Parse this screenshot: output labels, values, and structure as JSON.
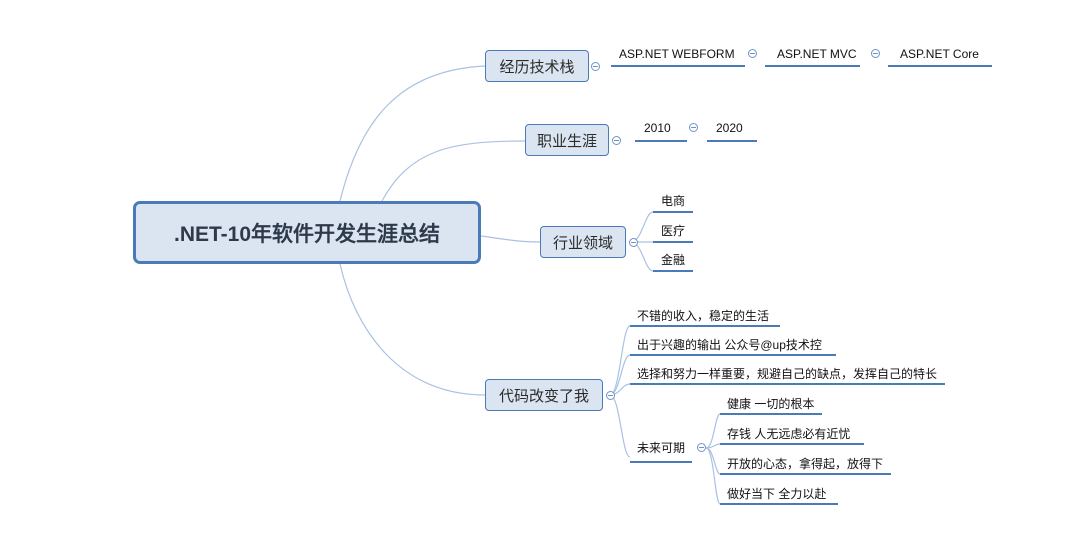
{
  "root": {
    "label": ".NET-10年软件开发生涯总结"
  },
  "topics": {
    "stack": {
      "label": "经历技术栈",
      "items": [
        "ASP.NET WEBFORM",
        "ASP.NET MVC",
        "ASP.NET Core"
      ]
    },
    "career": {
      "label": "职业生涯",
      "items": [
        "2010",
        "2020"
      ]
    },
    "industry": {
      "label": "行业领域",
      "items": [
        "电商",
        "医疗",
        "金融"
      ]
    },
    "code": {
      "label": "代码改变了我",
      "items": [
        "不错的收入，稳定的生活",
        "出于兴趣的输出  公众号@up技术控",
        "选择和努力一样重要，规避自己的缺点，发挥自己的特长",
        "未来可期"
      ],
      "future": [
        "健康 一切的根本",
        "存钱  人无远虑必有近忧",
        "开放的心态，拿得起，放得下",
        "做好当下 全力以赴"
      ]
    }
  },
  "colors": {
    "link": "#a9c2e3",
    "underline": "#4a7ab8",
    "node_fill": "#dbe5f1",
    "node_border": "#4a7ab8"
  }
}
